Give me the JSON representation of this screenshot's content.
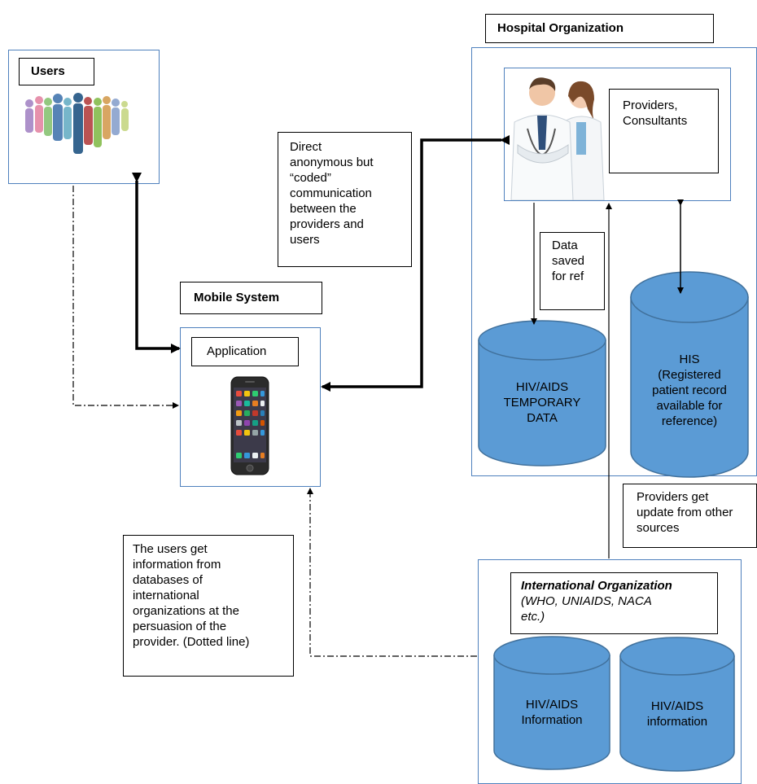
{
  "users": {
    "title": "Users"
  },
  "hospital": {
    "title": "Hospital Organization",
    "providers_label": "Providers,\nConsultants"
  },
  "mobile": {
    "title": "Mobile System",
    "app_label": "Application"
  },
  "direct_comm": {
    "text": "Direct\nanonymous but\n“coded”\ncommunication\nbetween the\nproviders and\nusers"
  },
  "data_saved": {
    "text": "Data\nsaved\nfor ref"
  },
  "temp_db": {
    "text": "HIV/AIDS\nTEMPORARY\nDATA"
  },
  "his_db": {
    "text": "HIS\n(Registered\npatient record\navailable for\nreference)"
  },
  "providers_update": {
    "text": "Providers get\nupdate from other\nsources"
  },
  "users_info": {
    "text": "The users get\ninformation from\ndatabases of\ninternational\norganizations at the\npersuasion of the\nprovider. (Dotted line)"
  },
  "intl": {
    "title": "International Organization",
    "subtitle": "(WHO, UNIAIDS, NACA\netc.)"
  },
  "intl_db1": {
    "text": "HIV/AIDS\nInformation"
  },
  "intl_db2": {
    "text": "HIV/AIDS\ninformation"
  },
  "colors": {
    "frame": "#4f81bd",
    "cylinder_fill": "#5b9bd5",
    "cylinder_stroke": "#41719c"
  },
  "icons": {
    "crowd": "crowd-of-people-icon",
    "doctors": "doctors-icon",
    "phone": "smartphone-icon"
  }
}
